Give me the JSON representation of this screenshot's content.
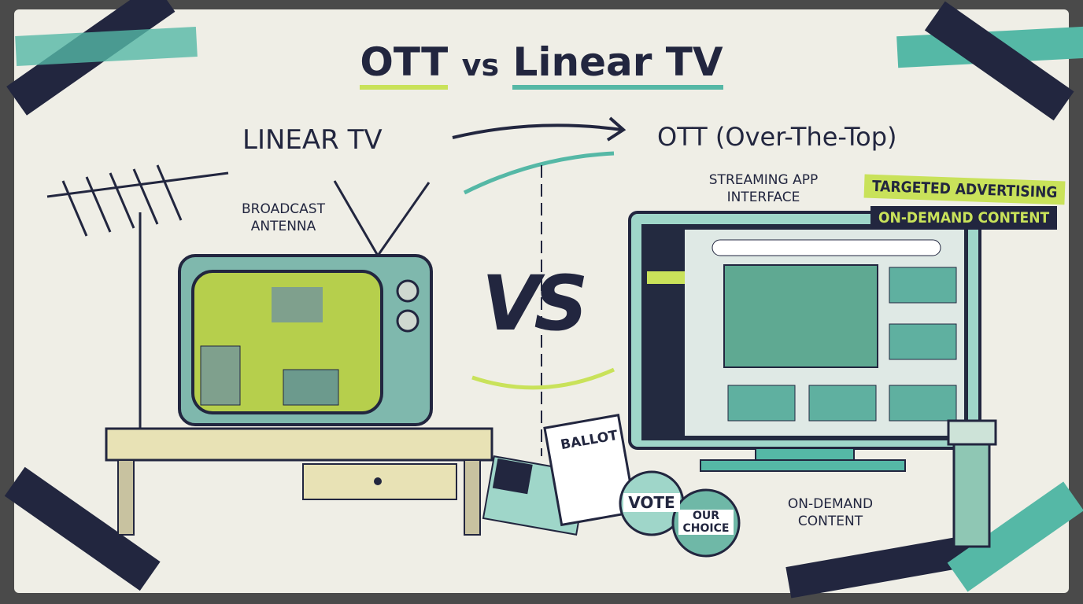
{
  "title": {
    "part1": "OTT",
    "part2": "vs",
    "part3": "Linear TV"
  },
  "linear": {
    "heading": "LINEAR TV",
    "antenna_label": "BROADCAST ANTENNA"
  },
  "ott": {
    "heading": "OTT (Over-The-Top)",
    "app_label": "STREAMING APP INTERFACE",
    "content_label": "ON-DEMAND CONTENT"
  },
  "tags": {
    "targeted": "TARGETED ADVERTISING",
    "on_demand": "ON-DEMAND CONTENT"
  },
  "vs_mark": "VS",
  "props": {
    "ballot": "BALLOT",
    "vote": "VOTE",
    "our_choice": "OUR CHOICE"
  },
  "colors": {
    "navy": "#22263f",
    "teal": "#55b8a6",
    "lime": "#c9e25a",
    "paper": "#efeee6"
  }
}
